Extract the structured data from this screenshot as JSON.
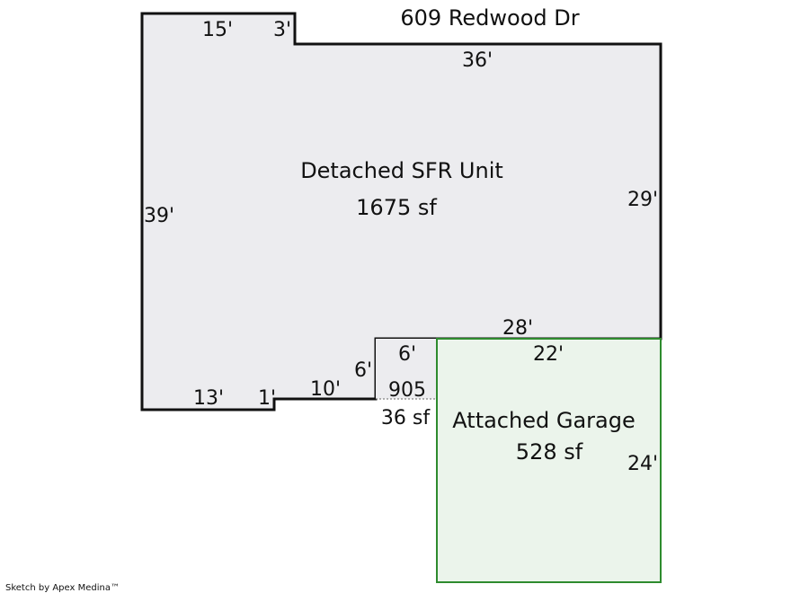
{
  "address": "609 Redwood Dr",
  "credit": "Sketch by Apex Medina™",
  "colors": {
    "house_fill": "#ececef",
    "house_stroke": "#111111",
    "garage_fill": "#ebf4eb",
    "garage_stroke": "#2e8b2e"
  },
  "house": {
    "name": "Detached SFR Unit",
    "area": "1675 sf",
    "dims": {
      "top_left": "15'",
      "step": "3'",
      "top": "36'",
      "left": "39'",
      "right": "29'",
      "bottom_right": "28'",
      "notch_top": "6'",
      "notch_side": "6'",
      "bottom_mid": "10'",
      "jog": "1'",
      "bottom_left": "13'"
    }
  },
  "porch": {
    "name": "905",
    "area": "36 sf"
  },
  "garage": {
    "name": "Attached Garage",
    "area": "528 sf",
    "dims": {
      "top": "22'",
      "right": "24'"
    }
  }
}
